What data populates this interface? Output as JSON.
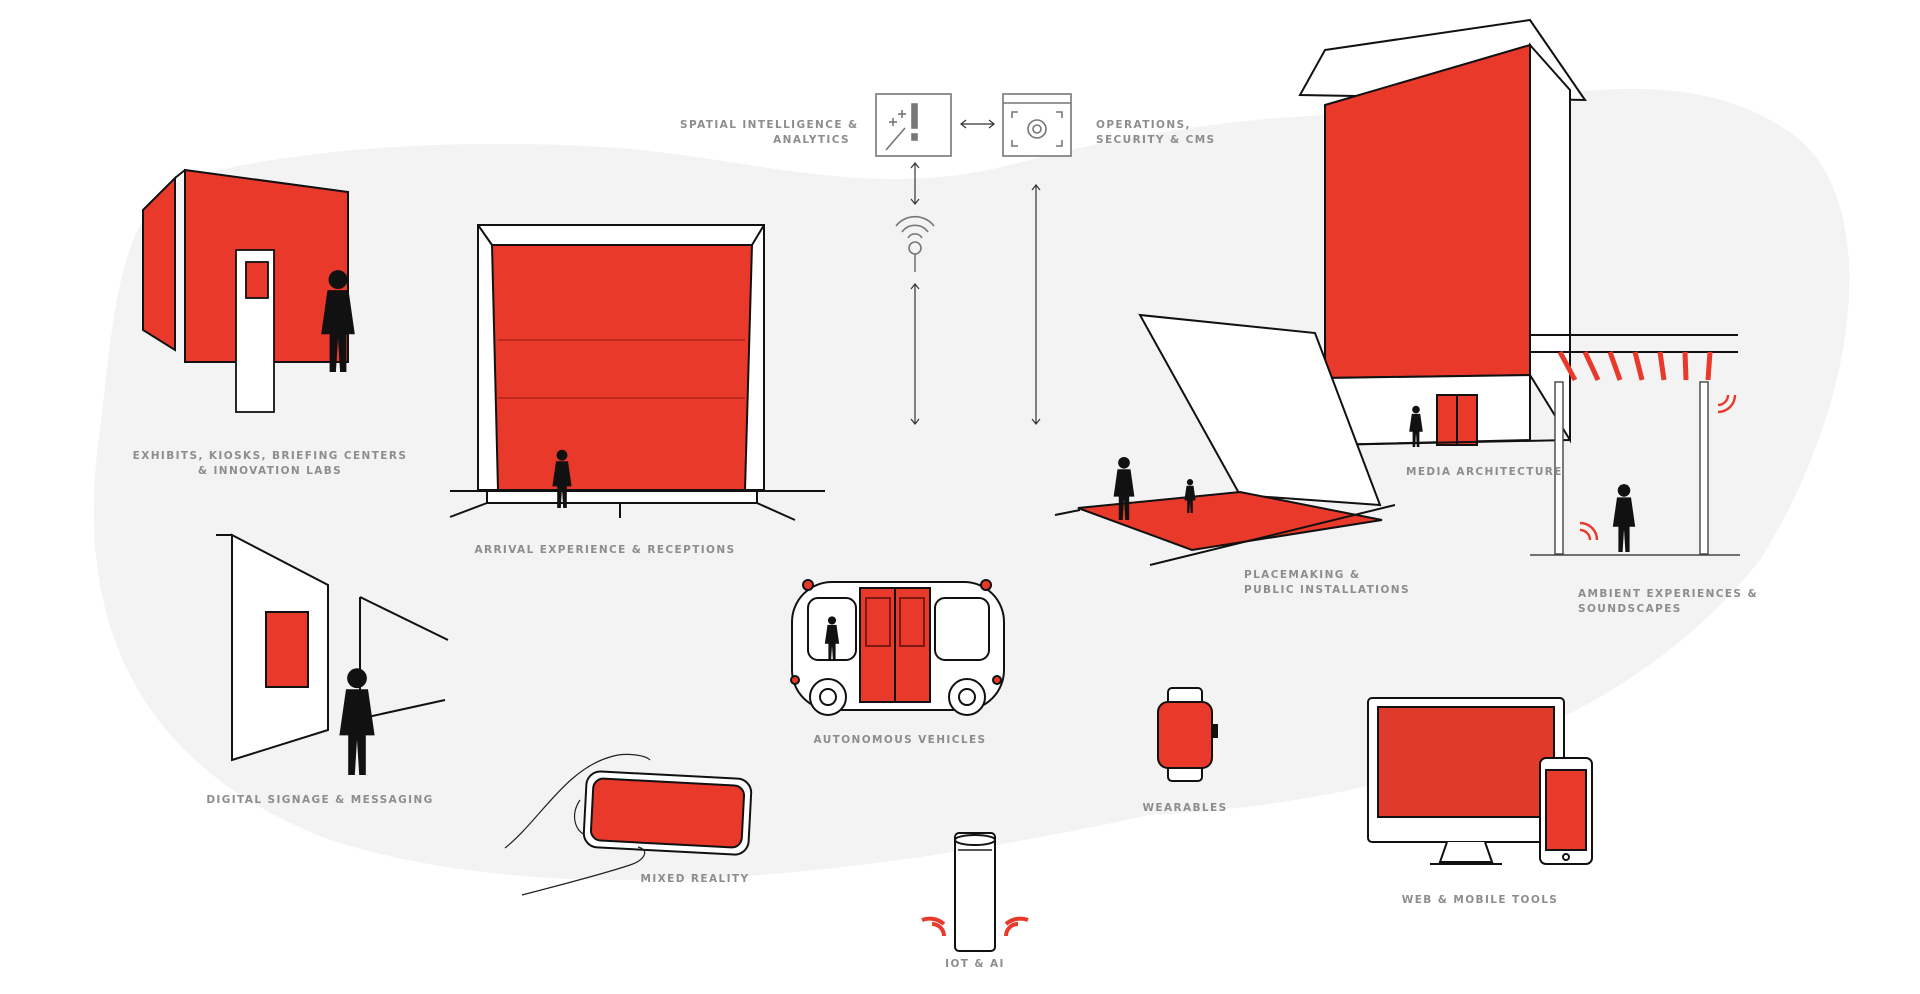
{
  "colors": {
    "accent": "#e8392b",
    "blob": "#f3f3f3",
    "line": "#222222",
    "icon": "#777777",
    "label": "#8d8d8d"
  },
  "labels": {
    "spatial": [
      "SPATIAL INTELLIGENCE &",
      "ANALYTICS"
    ],
    "operations": [
      "OPERATIONS,",
      "SECURITY & CMS"
    ],
    "exhibits": [
      "EXHIBITS, KIOSKS, BRIEFING CENTERS",
      "& INNOVATION LABS"
    ],
    "arrival": "ARRIVAL EXPERIENCE & RECEPTIONS",
    "media": "MEDIA ARCHITECTURE",
    "placemaking": [
      "PLACEMAKING &",
      "PUBLIC INSTALLATIONS"
    ],
    "ambient": [
      "AMBIENT EXPERIENCES &",
      "SOUNDSCAPES"
    ],
    "signage": "DIGITAL SIGNAGE & MESSAGING",
    "vehicles": "AUTONOMOUS VEHICLES",
    "wearables": "WEARABLES",
    "mixed": "MIXED REALITY",
    "iot": "IOT & AI",
    "web": "WEB & MOBILE TOOLS"
  },
  "icons": {
    "analytics": "magic-wand-exclamation-icon",
    "operations": "gear-browser-icon",
    "beacon": "wireless-beacon-icon"
  }
}
